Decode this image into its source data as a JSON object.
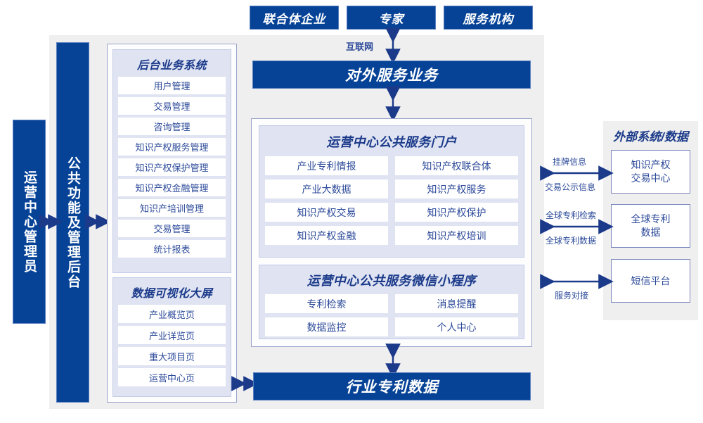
{
  "diagram": {
    "title_top_row": [
      {
        "label": "联合体企业"
      },
      {
        "label": "专家"
      },
      {
        "label": "服务机构"
      }
    ],
    "internet_label": "互联网",
    "external_service_bar": "对外服务业务",
    "industry_patent_bar": "行业专利数据",
    "left_columns": [
      {
        "label": "运营中心管理员"
      },
      {
        "label": "公共功能及管理后台"
      }
    ],
    "backoffice_panel": {
      "title": "后台业务系统",
      "items": [
        "用户管理",
        "交易管理",
        "咨询管理",
        "知识产权服务管理",
        "知识产权保护管理",
        "知识产权金融管理",
        "知识产培训管理",
        "交易管理",
        "统计报表"
      ]
    },
    "dataviz_panel": {
      "title": "数据可视化大屏",
      "items": [
        "产业概览页",
        "产业详览页",
        "重大项目页",
        "运营中心页"
      ]
    },
    "portal_panel": {
      "title": "运营中心公共服务门户",
      "items": [
        "产业专利情报",
        "知识产权联合体",
        "产业大数据",
        "知识产权服务",
        "知识产权交易",
        "知识产权保护",
        "知识产权金融",
        "知识产权培训"
      ]
    },
    "miniprogram_panel": {
      "title": "运营中心公共服务微信小程序",
      "items": [
        "专利检索",
        "消息提醒",
        "数据监控",
        "个人中心"
      ]
    },
    "external_panel": {
      "title": "外部系统/数据",
      "items": [
        {
          "label": "知识产权\n交易中心"
        },
        {
          "label": "全球专利\n数据"
        },
        {
          "label": "短信平台"
        }
      ]
    },
    "connector_labels": {
      "ip_exchange_top": "挂牌信息",
      "ip_exchange_bottom": "交易公示信息",
      "patent_top": "全球专利检索",
      "patent_bottom": "全球专利数据",
      "sms_bottom": "服务对接"
    },
    "colors": {
      "primary_blue": "#064397",
      "panel_bg": "#dfe3f2",
      "shell_gray": "#efefef",
      "text_blue": "#2c4a9a",
      "border_purple": "#7b86bd"
    }
  }
}
